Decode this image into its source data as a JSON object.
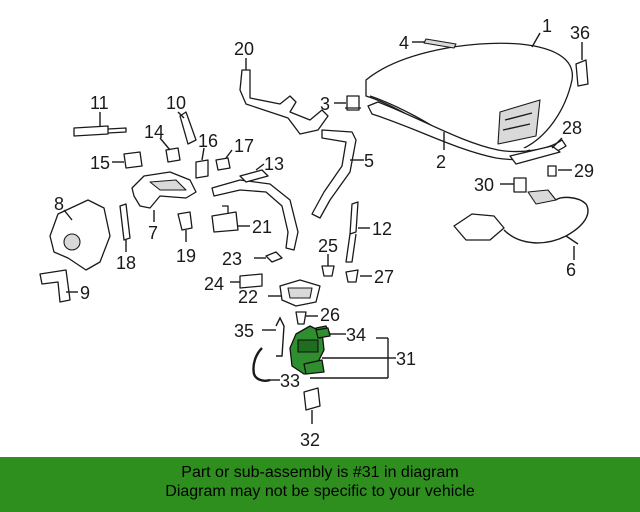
{
  "callouts": {
    "c1": "1",
    "c2": "2",
    "c3": "3",
    "c4": "4",
    "c5": "5",
    "c6": "6",
    "c7": "7",
    "c8": "8",
    "c9": "9",
    "c10": "10",
    "c11": "11",
    "c12": "12",
    "c13": "13",
    "c14": "14",
    "c15": "15",
    "c16": "16",
    "c17": "17",
    "c18": "18",
    "c19": "19",
    "c20": "20",
    "c21": "21",
    "c22": "22",
    "c23": "23",
    "c24": "24",
    "c25": "25",
    "c26": "26",
    "c27": "27",
    "c28": "28",
    "c29": "29",
    "c30": "30",
    "c31": "31",
    "c32": "32",
    "c33": "33",
    "c34": "34",
    "c35": "35",
    "c36": "36"
  },
  "highlight": {
    "part": "31",
    "color": "#2f8f2f"
  },
  "banner": {
    "color": "#2e8f1f",
    "line1": "Part or sub-assembly is #31 in diagram",
    "line2": "Diagram may not be specific to your vehicle"
  }
}
